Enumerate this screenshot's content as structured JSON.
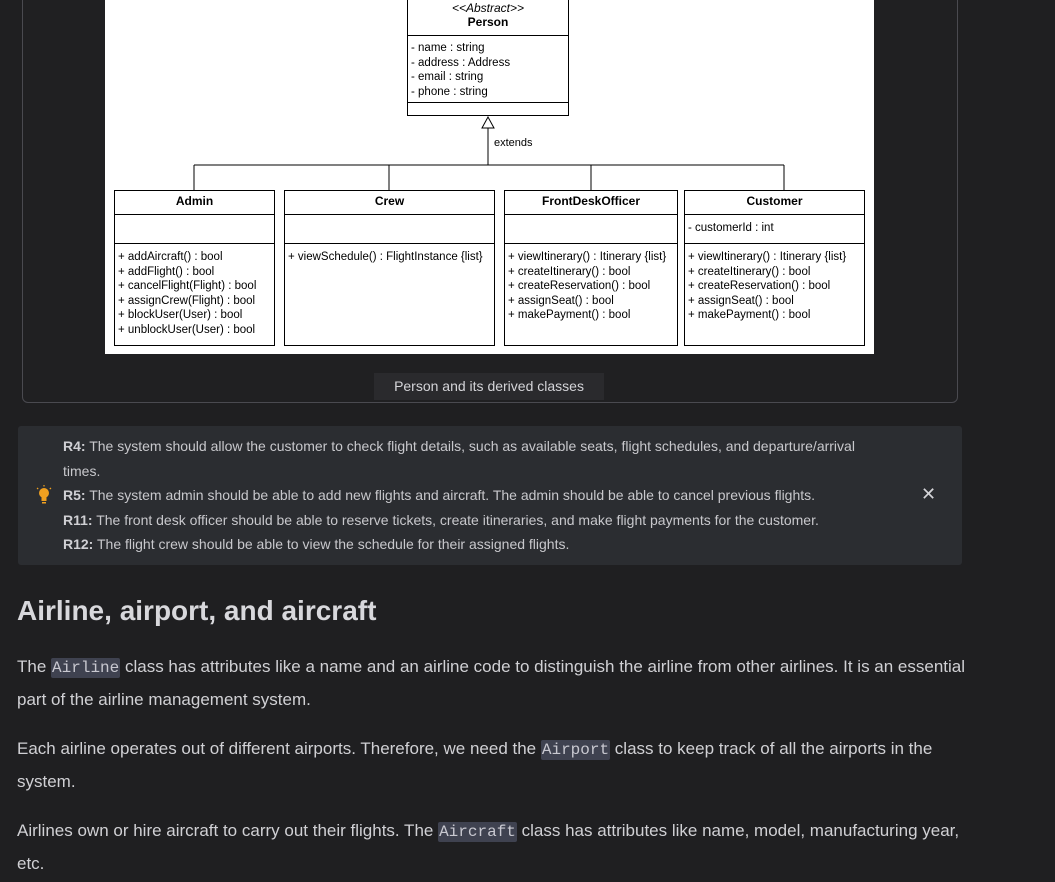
{
  "diagram": {
    "person": {
      "stereotype": "<<Abstract>>",
      "name": "Person",
      "attributes": [
        "- name : string",
        "- address : Address",
        "- email : string",
        "- phone : string"
      ]
    },
    "extends_label": "extends",
    "classes": [
      {
        "name": "Admin",
        "attributes": [],
        "methods": [
          "+ addAircraft() : bool",
          "+ addFlight() : bool",
          "+ cancelFlight(Flight) : bool",
          "+ assignCrew(Flight) : bool",
          "+ blockUser(User) : bool",
          "+ unblockUser(User) : bool"
        ]
      },
      {
        "name": "Crew",
        "attributes": [],
        "methods": [
          "+ viewSchedule() : FlightInstance {list}"
        ]
      },
      {
        "name": "FrontDeskOfficer",
        "attributes": [],
        "methods": [
          "+ viewItinerary() : Itinerary {list}",
          "+ createItinerary() : bool",
          "+ createReservation() : bool",
          "+ assignSeat() : bool",
          "+ makePayment() : bool"
        ]
      },
      {
        "name": "Customer",
        "attributes": [
          "- customerId : int"
        ],
        "methods": [
          "+ viewItinerary() : Itinerary {list}",
          "+ createItinerary() : bool",
          "+ createReservation() : bool",
          "+ assignSeat() : bool",
          "+ makePayment() : bool"
        ]
      }
    ]
  },
  "caption": "Person and its derived classes",
  "callout": {
    "icon": "lightbulb-icon",
    "close_icon": "close-icon",
    "requirements": [
      {
        "id": "R4:",
        "text": "The system should allow the customer to check flight details, such as available seats, flight schedules, and departure/arrival times."
      },
      {
        "id": "R5:",
        "text": "The system admin should be able to add new flights and aircraft. The admin should be able to cancel previous flights."
      },
      {
        "id": "R11:",
        "text": "The front desk officer should be able to reserve tickets, create itineraries, and make flight payments for the customer."
      },
      {
        "id": "R12:",
        "text": "The flight crew should be able to view the schedule for their assigned flights."
      }
    ]
  },
  "section": {
    "heading": "Airline, airport, and aircraft",
    "paragraphs": [
      {
        "before": "The ",
        "code": "Airline",
        "after": " class has attributes like a name and an airline code to distinguish the airline from other airlines. It is an essential part of the airline management system."
      },
      {
        "before": "Each airline operates out of different airports. Therefore, we need the ",
        "code": "Airport",
        "after": " class to keep track of all the airports in the system."
      },
      {
        "before": "Airlines own or hire aircraft to carry out their flights. The ",
        "code": "Aircraft",
        "after": " class has attributes like name, model, manufacturing year, etc."
      }
    ]
  }
}
